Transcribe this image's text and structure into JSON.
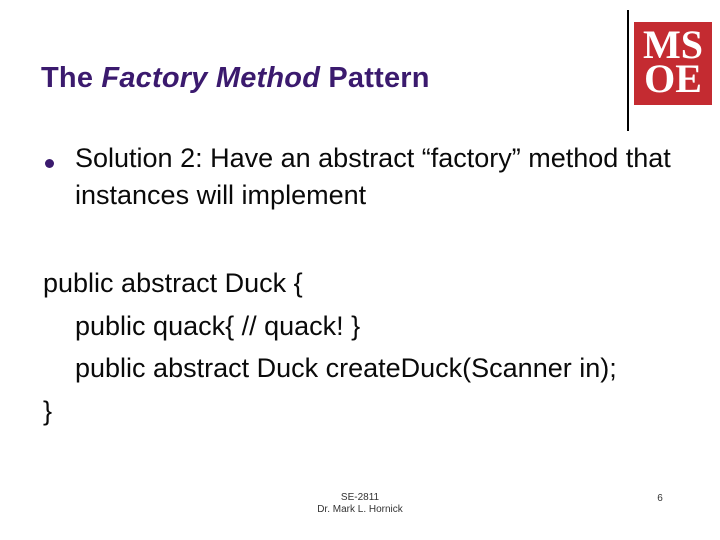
{
  "slide": {
    "title": {
      "prefix": "The ",
      "emphasis": "Factory Method",
      "suffix": " Pattern",
      "color": "#3b1a6e"
    },
    "logo": {
      "name": "msoe-logo",
      "line1": "MS",
      "line2": "OE",
      "bg_color": "#c42b31",
      "text_color": "#ffffff"
    },
    "bullet": {
      "text": "Solution 2: Have an abstract “factory” method that instances will implement",
      "marker_color": "#3b1a6e"
    },
    "code": {
      "lines": [
        {
          "text": "public abstract Duck {"
        },
        {
          "text": "public quack{ // quack! }"
        },
        {
          "text": "public abstract Duck createDuck(Scanner in);"
        },
        {
          "text": "}"
        }
      ]
    },
    "footer": {
      "course": "SE-2811",
      "author": "Dr. Mark L. Hornick",
      "page_number": "6"
    }
  }
}
